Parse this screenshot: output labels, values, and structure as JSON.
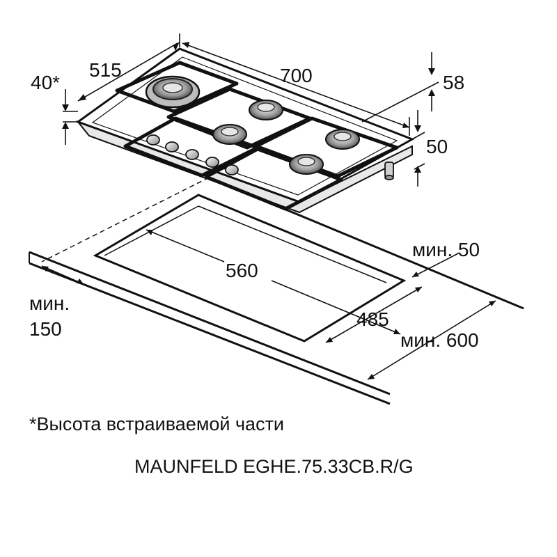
{
  "dimensions": {
    "height_star": "40*",
    "depth": "515",
    "width": "700",
    "top_offset": "58",
    "side_height": "50",
    "cutout_width": "560",
    "cutout_depth": "485",
    "min_side": "мин. 50",
    "min_front": "мин.",
    "min_front_value": "150",
    "min_depth": "мин. 600"
  },
  "footnote": "*Высота встраиваемой части",
  "model": "MAUNFELD EGHE.75.33CB.R/G"
}
